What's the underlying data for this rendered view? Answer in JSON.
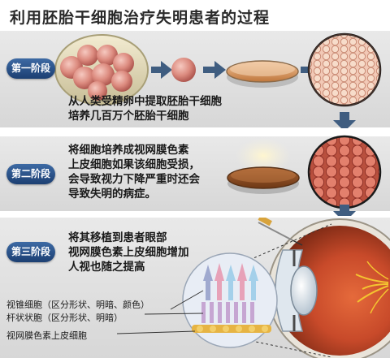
{
  "title": "利用胚胎干细胞治疗失明患者的过程",
  "stages": [
    {
      "badge": "第一阶段",
      "lines": [
        "从人类受精卵中提取胚胎干细胞",
        "培养几百万个胚胎干细胞"
      ]
    },
    {
      "badge": "第二阶段",
      "lines": [
        "将细胞培养成视网膜色素",
        "上皮细胞如果该细胞受损，",
        "会导致视力下降严重时还会",
        "导致失明的病症。"
      ]
    },
    {
      "badge": "第三阶段",
      "lines": [
        "将其移植到患者眼部",
        "视网膜色素上皮细胞增加",
        "人视也随之提高"
      ]
    }
  ],
  "labels": {
    "cone": "视锥细胞（区分形状、明暗、颜色）",
    "rod": "杆状状胞（区分形状、明暗）",
    "rpe": "视网膜色素上皮细胞"
  },
  "colors": {
    "badge": "#2b5290",
    "arrow": "#3f5d80",
    "cell": "#d77b70",
    "dish": "#b06a3b",
    "eye": "#b84a30"
  }
}
